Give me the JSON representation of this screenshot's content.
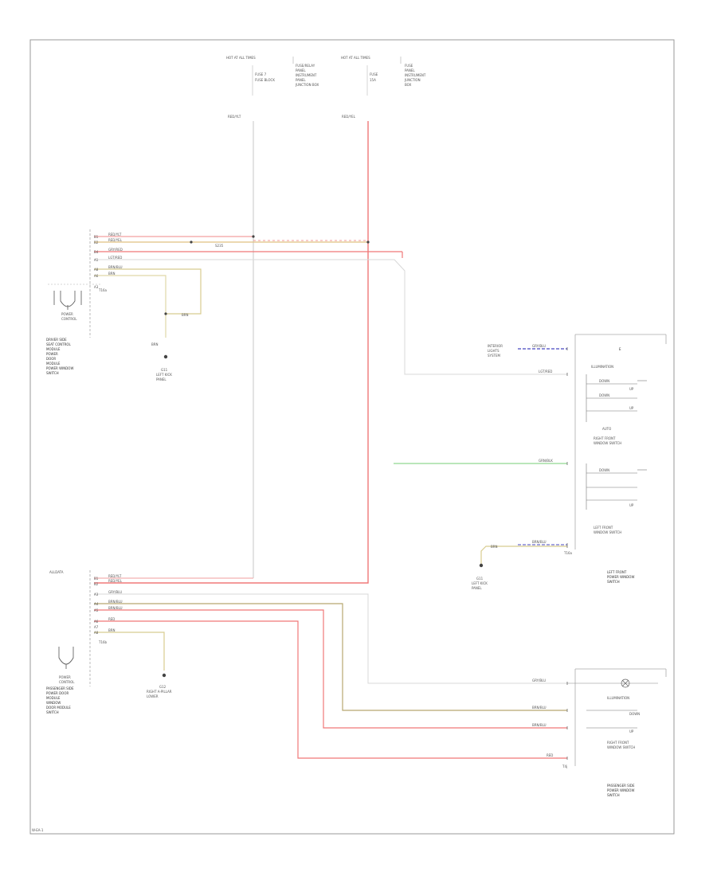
{
  "footer": {
    "code": "W-EA-1"
  },
  "fuse_blocks": [
    {
      "header": "HOT AT ALL TIMES",
      "fuse_label": "FUSE 7",
      "fuse_note": "FUSE BLOCK",
      "wire_label": "RED/YLT",
      "desc": [
        "FUSE/RELAY",
        "PANEL",
        "INSTRUMENT",
        "PANEL",
        "JUNCTION BOX"
      ]
    },
    {
      "header": "HOT AT ALL TIMES",
      "fuse_label": "FUSE",
      "fuse_note": "15A",
      "wire_label": "RED/YEL",
      "desc": [
        "FUSE",
        "PANEL",
        "INSTRUMENT",
        "JUNCTION",
        "BOX"
      ]
    }
  ],
  "driver_module": {
    "name_lines": [
      "DRIVER SIDE",
      "SEAT CONTROL",
      "MODULE",
      "POWER",
      "DOOR",
      "MODULE",
      "POWER WINDOW",
      "SWITCH"
    ],
    "connector_label": "POWER",
    "connector_sub": "CONTROL",
    "pins": [
      "B1",
      "B2",
      "B4",
      "A1",
      "A8",
      "A6",
      "A3"
    ],
    "wires": [
      "RED/YLT",
      "RED/YEL",
      "GRY/RED",
      "LGT/RED",
      "BRN/BLU",
      "BRN"
    ],
    "ground_wire": "BRN",
    "ground_name": "G11",
    "ground_desc": [
      "LEFT KICK",
      "PANEL"
    ],
    "splice": "S235",
    "splice_wire": "BRN",
    "pin_end": "T16a"
  },
  "passenger_module": {
    "header": "ALLDATA",
    "name_lines": [
      "PASSENGER SIDE",
      "POWER DOOR",
      "MODULE",
      "WINDOW",
      "DOOR MODULE",
      "SWITCH"
    ],
    "connector_label": "POWER",
    "connector_sub": "CONTROL",
    "pins": [
      "B1",
      "B2",
      "A3",
      "A4",
      "A5",
      "A6",
      "A7",
      "A8"
    ],
    "wires": [
      "RED/YLT",
      "RED/YEL",
      "GRY/BLU",
      "BRN/BLU",
      "BRN/BLU",
      "RED",
      "BRN"
    ],
    "ground_name": "G12",
    "ground_desc": [
      "RIGHT A-PILLAR",
      "LOWER"
    ],
    "pin_end": "T16b"
  },
  "left_front_switch": {
    "module": "E",
    "illumination_source": [
      "INTERIOR",
      "LIGHTS",
      "SYSTEM"
    ],
    "illum_wire": "GRY/BLU",
    "wire_a": "LGT/RED",
    "wire_b": "GRN/BLK",
    "wire_c": "BRN/BLU",
    "sections": [
      "ILLUMINATION",
      "RIGHT FRONT",
      "WINDOW SWITCH",
      "LEFT FRONT",
      "WINDOW SWITCH"
    ],
    "contacts": [
      "DOWN",
      "UP",
      "DOWN",
      "UP",
      "AUTO",
      "DOWN",
      "UP"
    ],
    "ground_name": "G11",
    "ground_desc": [
      "LEFT KICK",
      "PANEL"
    ],
    "splice": "BRN",
    "pin_end": "T16a",
    "footer": [
      "LEFT FRONT",
      "POWER WINDOW",
      "SWITCH"
    ]
  },
  "passenger_switch": {
    "wires": [
      "GRY/BLU",
      "BRN/BLU",
      "BRN/BLU",
      "RED"
    ],
    "lamp_label": "ILLUMINATION",
    "contacts": [
      "DOWN",
      "UP"
    ],
    "section": [
      "RIGHT FRONT",
      "WINDOW SWITCH"
    ],
    "pin_end": "T4j",
    "footer": [
      "PASSENGER SIDE",
      "POWER WINDOW",
      "SWITCH"
    ]
  },
  "colors": {
    "red": "#f07878",
    "pink": "#f4b0b0",
    "tan": "#d8cc90",
    "brown": "#b8a870",
    "gray": "#c8c8c8",
    "green": "#90d890",
    "blue": "#4848c0",
    "frame": "#999999"
  }
}
